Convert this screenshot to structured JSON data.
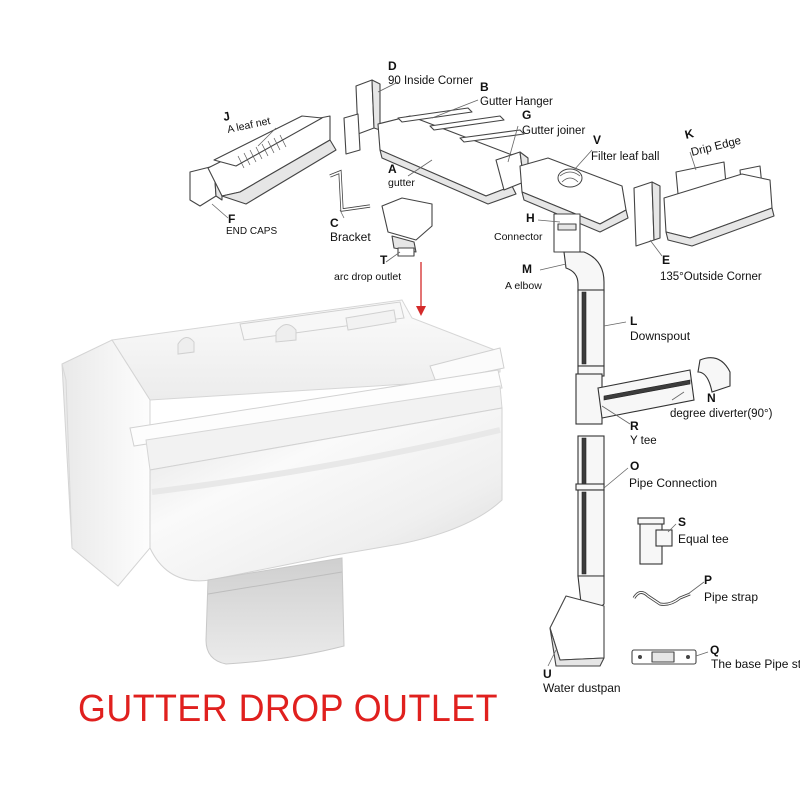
{
  "title": "GUTTER DROP OUTLET",
  "colors": {
    "title": "#e0201e",
    "arrow": "#d42a2a",
    "line": "#444444",
    "product": "#f4f4f4"
  },
  "parts": [
    {
      "key": "D",
      "letter": "D",
      "name": "90 Inside Corner"
    },
    {
      "key": "B",
      "letter": "B",
      "name": "Gutter Hanger"
    },
    {
      "key": "J",
      "letter": "J",
      "name": "A leaf net"
    },
    {
      "key": "G",
      "letter": "G",
      "name": "Gutter joiner"
    },
    {
      "key": "V",
      "letter": "V",
      "name": "Filter leaf ball"
    },
    {
      "key": "K",
      "letter": "K",
      "name": "Drip Edge"
    },
    {
      "key": "A",
      "letter": "A",
      "name": "gutter"
    },
    {
      "key": "F",
      "letter": "F",
      "name": "END CAPS"
    },
    {
      "key": "C",
      "letter": "C",
      "name": "Bracket"
    },
    {
      "key": "H",
      "letter": "H",
      "name": "Connector"
    },
    {
      "key": "E",
      "letter": "E",
      "name": "135°Outside Corner"
    },
    {
      "key": "T",
      "letter": "T",
      "name": "arc drop outlet"
    },
    {
      "key": "M",
      "letter": "M",
      "name": "A elbow"
    },
    {
      "key": "L",
      "letter": "L",
      "name": "Downspout"
    },
    {
      "key": "N",
      "letter": "N",
      "name": "degree diverter(90°)"
    },
    {
      "key": "R",
      "letter": "R",
      "name": "Y tee"
    },
    {
      "key": "O",
      "letter": "O",
      "name": "Pipe Connection"
    },
    {
      "key": "S",
      "letter": "S",
      "name": "Equal tee"
    },
    {
      "key": "P",
      "letter": "P",
      "name": "Pipe strap"
    },
    {
      "key": "Q",
      "letter": "Q",
      "name": "The base Pipe strap"
    },
    {
      "key": "U",
      "letter": "U",
      "name": "Water dustpan"
    }
  ]
}
